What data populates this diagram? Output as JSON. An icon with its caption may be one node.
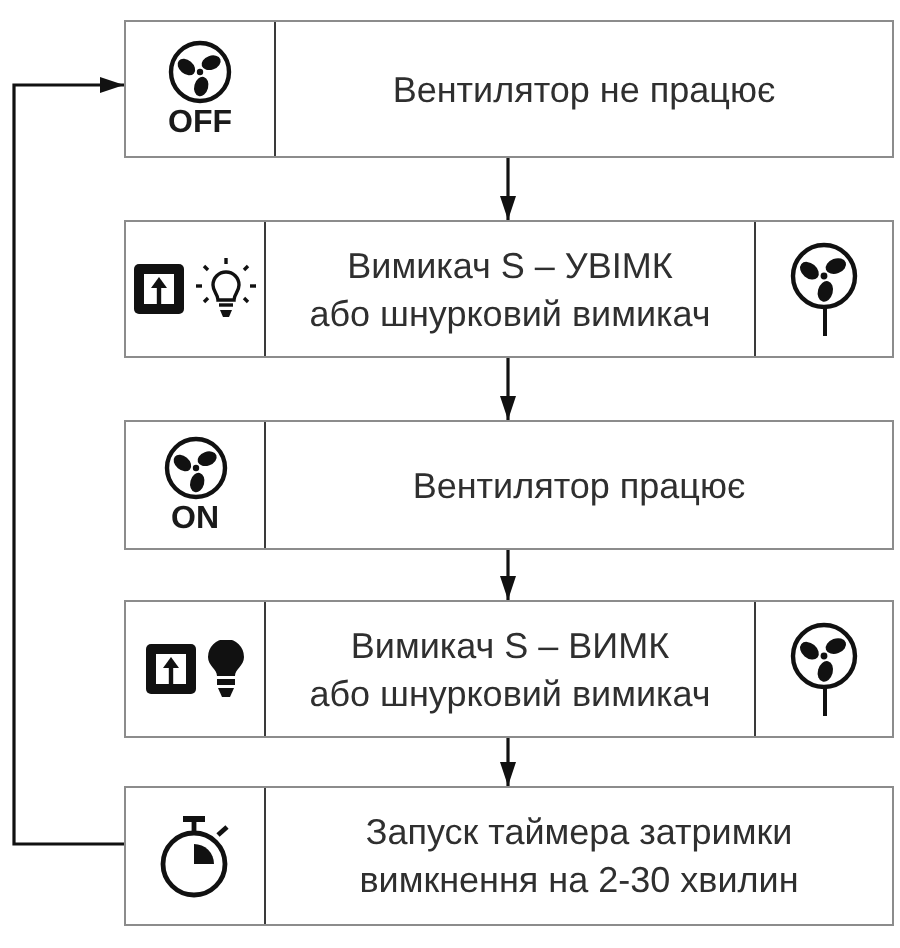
{
  "diagram": {
    "nodes": [
      {
        "text": [
          "OFF",
          "Вентилятор не працює"
        ]
      },
      {
        "text": [
          "Вимикач S – УВІМК або шнурковий вимикач"
        ]
      },
      {
        "text": [
          "ON",
          "Вентилятор працює"
        ]
      },
      {
        "text": [
          "Вимикач S – ВИМК або шнурковий вимикач"
        ]
      },
      {
        "text": [
          "Запуск таймера затримки вимкнення на 2-30 хвилин"
        ]
      }
    ],
    "edges": [
      {
        "from": 0,
        "to": 1,
        "arrow": "to"
      },
      {
        "from": 1,
        "to": 2,
        "arrow": "to"
      },
      {
        "from": 2,
        "to": 3,
        "arrow": "to"
      },
      {
        "from": 3,
        "to": 4,
        "arrow": "to"
      },
      {
        "from": 4,
        "to": 0,
        "arrow": "to"
      }
    ]
  }
}
